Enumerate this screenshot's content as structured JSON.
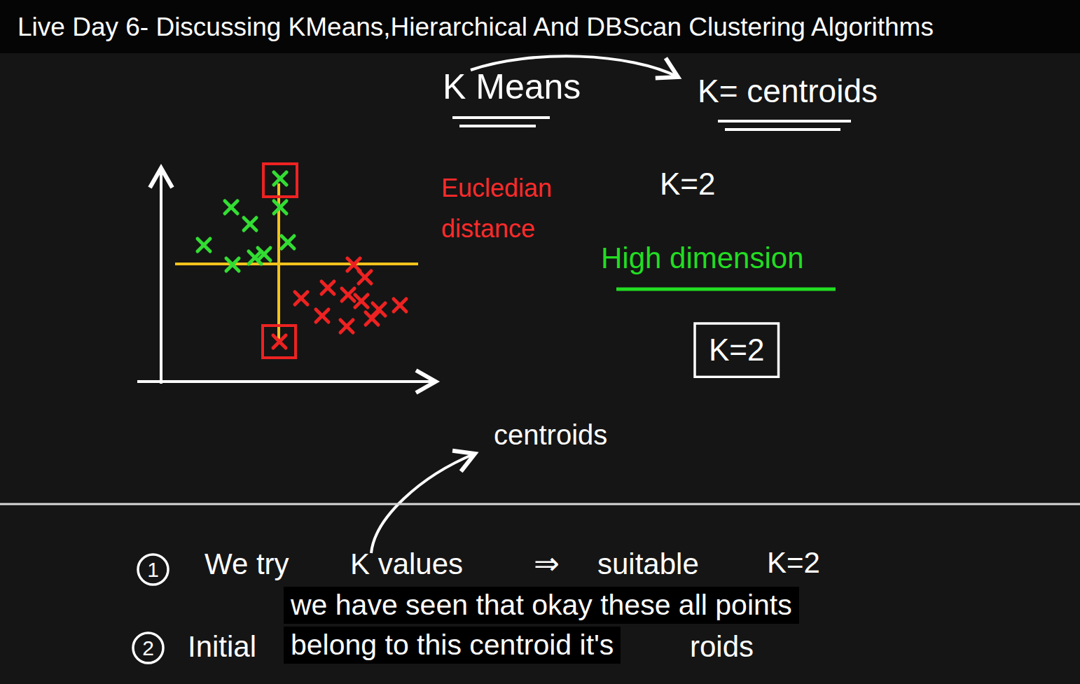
{
  "diagram": {
    "title": "Live Day 6- Discussing KMeans,Hierarchical And DBScan Clustering Algorithms",
    "nodes": [
      {
        "text": [
          "K=2"
        ]
      },
      {
        "text": [
          "1"
        ]
      },
      {
        "text": [
          "2"
        ]
      }
    ],
    "labels": [
      "K Means",
      "K= centroids",
      "Eucledian distance",
      "K=2",
      "High dimension",
      "centroids",
      "We try",
      "K values",
      "⇒",
      "suitable",
      "K=2",
      "Initial",
      "roids",
      "we have seen that okay these all points",
      "belong to this centroid it's"
    ]
  }
}
